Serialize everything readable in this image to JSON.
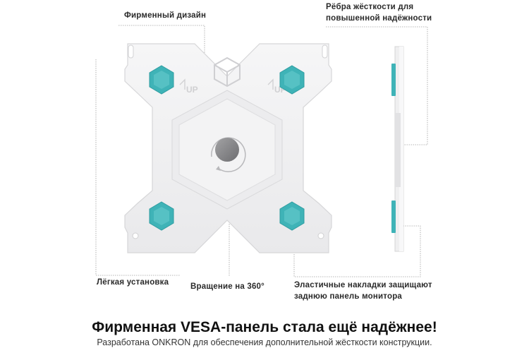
{
  "callouts": {
    "branded_design": "Фирменный дизайн",
    "ribs_line1": "Рёбра жёсткости для",
    "ribs_line2": "повышенной надёжности",
    "easy_install": "Лёгкая установка",
    "rotation": "Вращение на 360°",
    "pads_line1": "Эластичные накладки защищают",
    "pads_line2": "заднюю панель монитора"
  },
  "plate": {
    "up_marks": [
      "UP",
      "UP"
    ]
  },
  "colors": {
    "accent_teal": "#3fb3b7",
    "plate": "#eeeeef",
    "knob": "#8a8a8c",
    "leader_line": "#999999"
  },
  "headline": "Фирменная VESA-панель стала ещё надёжнее!",
  "subline": "Разработана ONKRON для обеспечения дополнительной жёсткости конструкции."
}
